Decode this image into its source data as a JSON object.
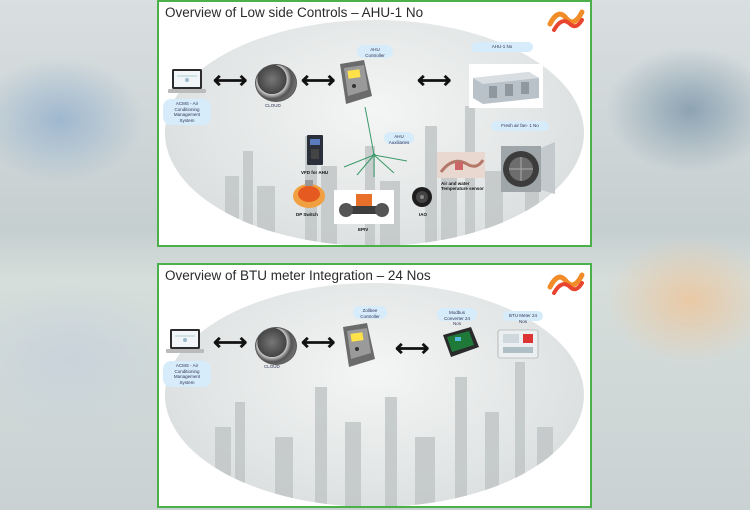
{
  "slide1": {
    "title": "Overview of Low side Controls – AHU-1 No",
    "acms_label": "ACMS - Air Conditioning Management System",
    "cloud_label": "CLOUD",
    "controller_label": "AHU Controller",
    "ahu_label": "AHU-1 No",
    "fan_label": "Fresh air fan- 1 No",
    "auxiliaries_label": "AHU Auxiliaries",
    "vfd_label": "VFD for AHU",
    "dp_label": "DP Switch",
    "epiv_label": "EPIV",
    "iao_label": "IAO",
    "sensor_label": "Air and water Temperature sensor"
  },
  "slide2": {
    "title": "Overview of BTU meter Integration – 24 Nos",
    "acms_label": "ACMS - Air Conditioning Management System",
    "cloud_label": "CLOUD",
    "controller_label": "Zolibee Controller",
    "modbus_label": "Modbus Converter 24 Nos",
    "btu_label": "BTU Meter 24 Nos"
  },
  "icons": {
    "arrow": "⟷",
    "logo": "brand-logo-icon"
  },
  "colors": {
    "border": "#4cb04a",
    "logo_orange": "#f28c28",
    "logo_red": "#e8442e",
    "bubble": "#d6ecfb"
  }
}
